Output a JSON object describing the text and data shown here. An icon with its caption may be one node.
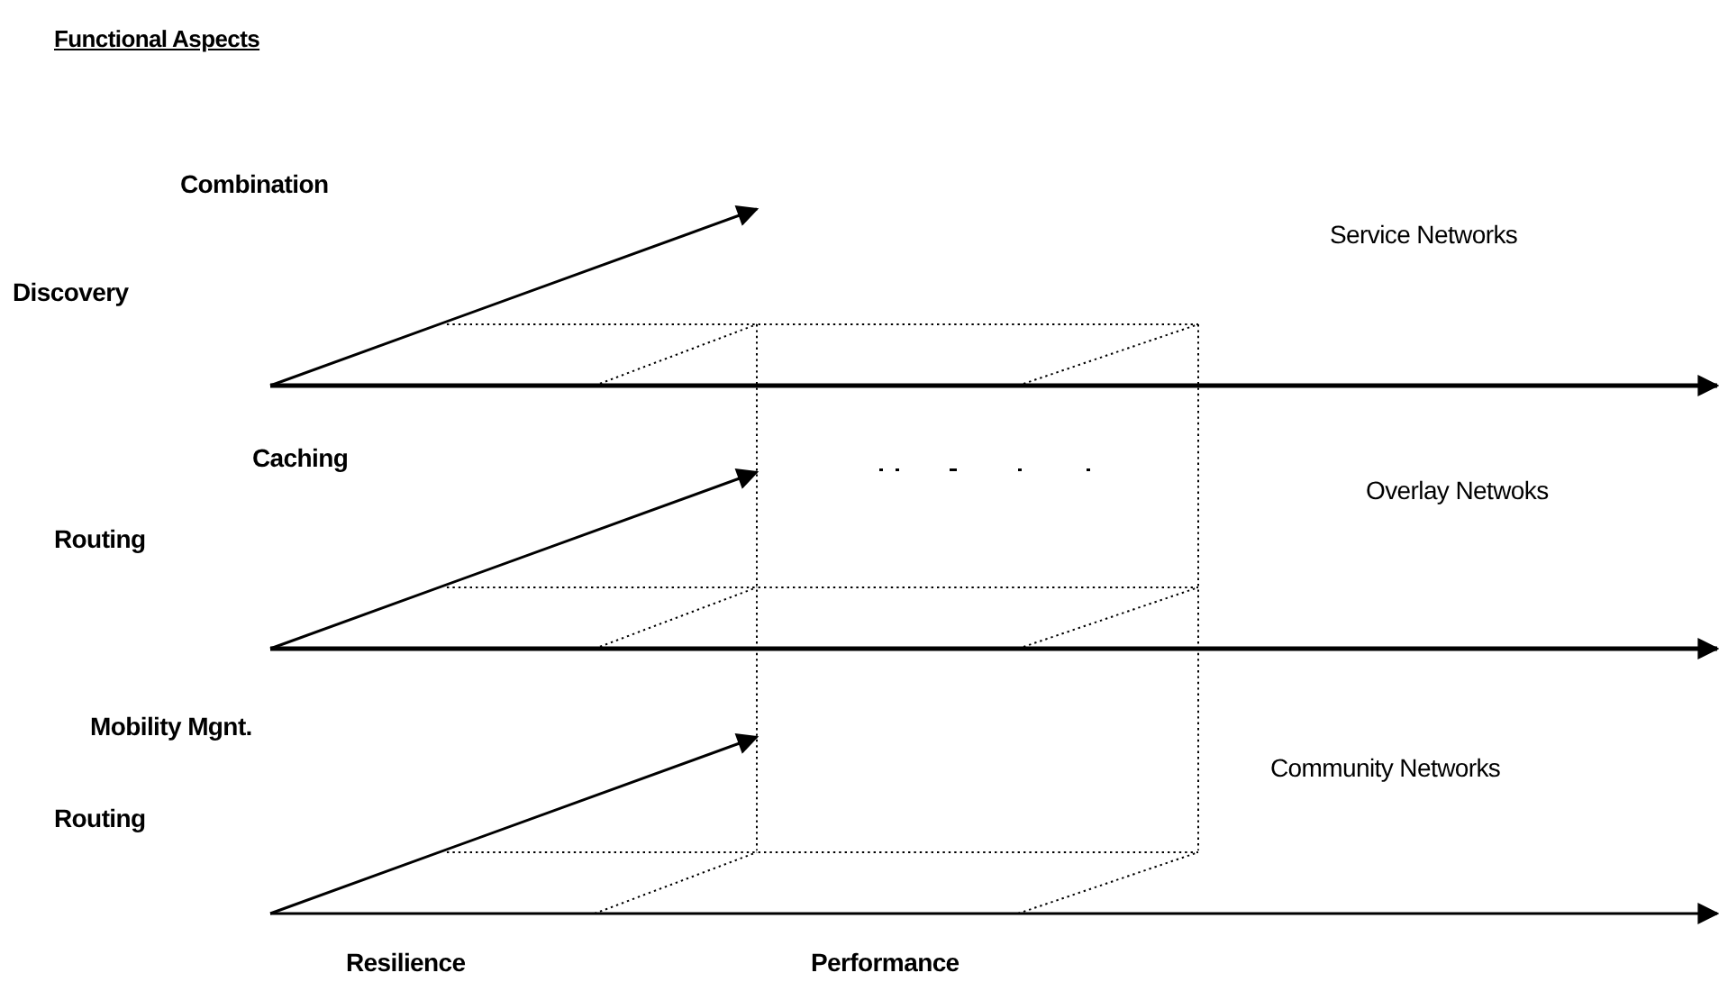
{
  "diagram": {
    "title": "Functional Aspects",
    "labels": [
      "Combination",
      "Service Networks",
      "Discovery",
      "Caching",
      "Overlay Netwoks",
      "Routing",
      "Mobility Mgnt.",
      "Community Networks",
      "Routing",
      "Resilience",
      "Performance"
    ]
  }
}
